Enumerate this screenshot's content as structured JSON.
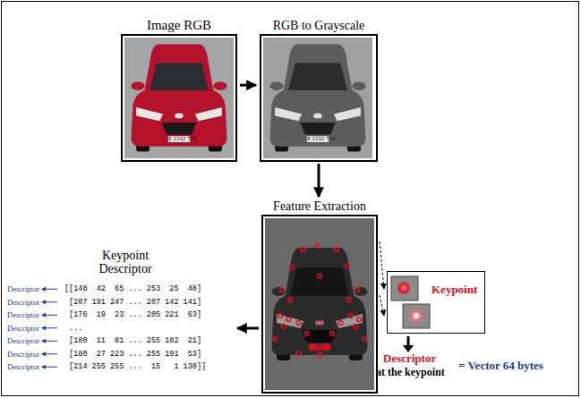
{
  "diagram": {
    "nodes": [
      {
        "text": [
          "Image RGB"
        ]
      },
      {
        "text": [
          "RGB to Grayscale"
        ]
      },
      {
        "text": [
          "Feature Extraction"
        ]
      },
      {
        "text": [
          "Keypoint Descriptor",
          "[[148  42  65 ... 253  25  48]",
          " [207 191 247 ... 207 142 141]",
          " [176  19  23 ... 205 221  63]",
          " ...",
          " [180  11  81 ... 255 182  21]",
          " [180  27 223 ... 255 191  53]",
          " [214 255 255 ...  15   1 130]]"
        ]
      },
      {
        "text": [
          "Keypoint"
        ]
      }
    ],
    "edges": [
      {
        "from": 0,
        "to": 1,
        "arrow": "to"
      },
      {
        "from": 1,
        "to": 2,
        "arrow": "to"
      },
      {
        "from": 2,
        "to": 3,
        "arrow": "to"
      },
      {
        "from": 2,
        "to": 4,
        "arrow": "to"
      },
      {
        "from": 2,
        "to": 4,
        "arrow": "to"
      }
    ],
    "labels": [
      "B 1292 TYV",
      "B 1292 TYV",
      "Descriptor",
      "Descriptor",
      "Descriptor",
      "Descriptor",
      "Descriptor",
      "Descriptor",
      "Descriptor",
      "Descriptor",
      "at the keypoint",
      "= Vector 64 bytes"
    ]
  }
}
